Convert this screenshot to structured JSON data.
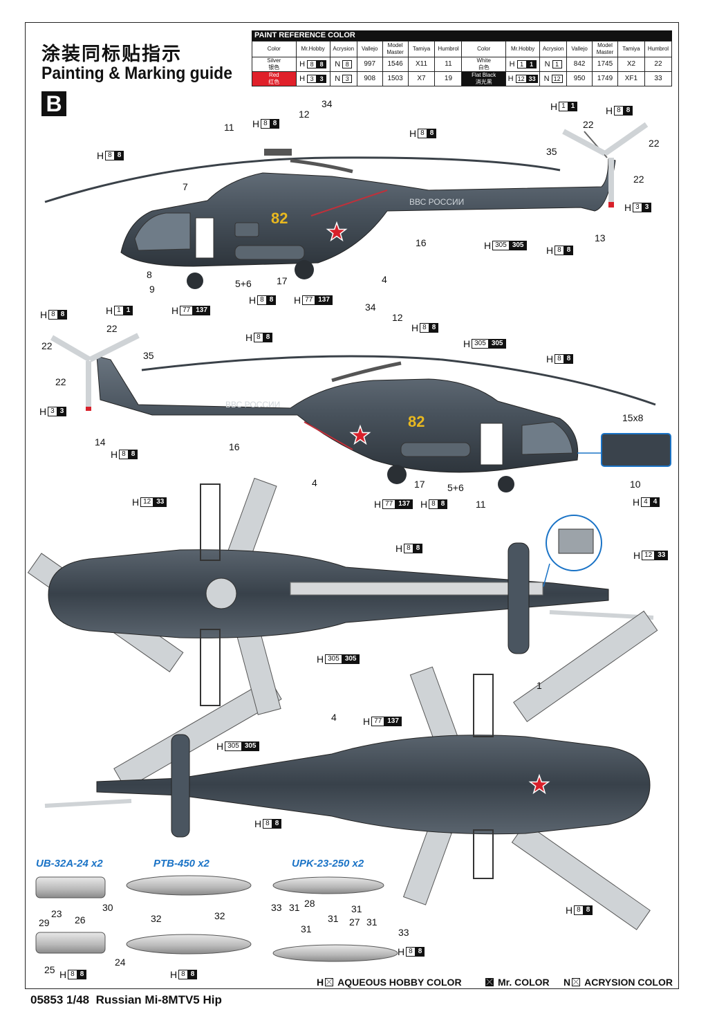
{
  "header": {
    "title_cn": "涂装同标贴指示",
    "title_en": "Painting & Marking guide",
    "scheme": "B"
  },
  "paint_table": {
    "title": "PAINT  REFERENCE COLOR",
    "columns": [
      "Color",
      "Mr.Hobby",
      "Acrysion",
      "Vallejo",
      "Model Master",
      "Tamiya",
      "Humbrol"
    ],
    "rows": [
      {
        "name": "Silver",
        "name_cn": "银色",
        "mrhobby": [
          "H",
          "8",
          "8"
        ],
        "acrysion": [
          "N",
          "8"
        ],
        "vallejo": "997",
        "model_master": "1546",
        "tamiya": "X11",
        "humbrol": "11",
        "name2": "White",
        "name2_cn": "白色",
        "mrhobby2": [
          "H",
          "1",
          "1"
        ],
        "acrysion2": [
          "N",
          "1"
        ],
        "vallejo2": "842",
        "model_master2": "1745",
        "tamiya2": "X2",
        "humbrol2": "22"
      },
      {
        "name": "Red",
        "name_cn": "红色",
        "mrhobby": [
          "H",
          "3",
          "3"
        ],
        "acrysion": [
          "N",
          "3"
        ],
        "vallejo": "908",
        "model_master": "1503",
        "tamiya": "X7",
        "humbrol": "19",
        "name2": "Flat Black",
        "name2_cn": "消光黑",
        "mrhobby2": [
          "H",
          "12",
          "33"
        ],
        "acrysion2": [
          "N",
          "12"
        ],
        "vallejo2": "950",
        "model_master2": "1749",
        "tamiya2": "XF1",
        "humbrol2": "33"
      }
    ],
    "colors": {
      "red": "#e0202a",
      "black": "#111111"
    }
  },
  "aircraft": {
    "markings": "ВВС РОССИИ",
    "bort_number": "82",
    "hull_color": "#4a5560",
    "number_color": "#e8b820",
    "star_color": "#d8202a"
  },
  "refs_side1": [
    {
      "id": "r1",
      "L": "H",
      "n": "8",
      "b": "8"
    },
    {
      "id": "r2",
      "L": "H",
      "n": "8",
      "b": "8"
    },
    {
      "id": "r3",
      "L": "H",
      "n": "8",
      "b": "8"
    },
    {
      "id": "r4",
      "L": "H",
      "n": "1",
      "b": "1"
    },
    {
      "id": "r5",
      "L": "H",
      "n": "8",
      "b": "8"
    },
    {
      "id": "r6",
      "L": "H",
      "n": "3",
      "b": "3"
    },
    {
      "id": "r7",
      "L": "H",
      "n": "305",
      "b": "305"
    },
    {
      "id": "r8",
      "L": "H",
      "n": "8",
      "b": "8"
    },
    {
      "id": "r9",
      "L": "H",
      "n": "77",
      "b": "137"
    },
    {
      "id": "r10",
      "L": "H",
      "n": "8",
      "b": "8"
    },
    {
      "id": "r11",
      "L": "H",
      "n": "77",
      "b": "137"
    }
  ],
  "refs_side2": [
    {
      "id": "s1",
      "L": "H",
      "n": "8",
      "b": "8"
    },
    {
      "id": "s2",
      "L": "H",
      "n": "1",
      "b": "1"
    },
    {
      "id": "s3",
      "L": "H",
      "n": "8",
      "b": "8"
    },
    {
      "id": "s4",
      "L": "H",
      "n": "8",
      "b": "8"
    },
    {
      "id": "s5",
      "L": "H",
      "n": "305",
      "b": "305"
    },
    {
      "id": "s6",
      "L": "H",
      "n": "8",
      "b": "8"
    },
    {
      "id": "s7",
      "L": "H",
      "n": "3",
      "b": "3"
    },
    {
      "id": "s8",
      "L": "H",
      "n": "8",
      "b": "8"
    },
    {
      "id": "s9",
      "L": "H",
      "n": "77",
      "b": "137"
    },
    {
      "id": "s10",
      "L": "H",
      "n": "8",
      "b": "8"
    }
  ],
  "refs_top": [
    {
      "id": "t1",
      "L": "H",
      "n": "12",
      "b": "33"
    },
    {
      "id": "t2",
      "L": "H",
      "n": "8",
      "b": "8"
    },
    {
      "id": "t3",
      "L": "H",
      "n": "305",
      "b": "305"
    },
    {
      "id": "t4",
      "L": "H",
      "n": "4",
      "b": "4"
    },
    {
      "id": "t5",
      "L": "H",
      "n": "12",
      "b": "33"
    }
  ],
  "refs_bottom": [
    {
      "id": "u1",
      "L": "H",
      "n": "77",
      "b": "137"
    },
    {
      "id": "u2",
      "L": "H",
      "n": "305",
      "b": "305"
    },
    {
      "id": "u3",
      "L": "H",
      "n": "8",
      "b": "8"
    },
    {
      "id": "u4",
      "L": "H",
      "n": "8",
      "b": "8"
    }
  ],
  "refs_stores": [
    {
      "id": "w1",
      "L": "H",
      "n": "8",
      "b": "8"
    },
    {
      "id": "w2",
      "L": "H",
      "n": "8",
      "b": "8"
    },
    {
      "id": "w3",
      "L": "H",
      "n": "8",
      "b": "8"
    }
  ],
  "callouts": {
    "side1": [
      "11",
      "12",
      "34",
      "7",
      "8",
      "9",
      "5+6",
      "17",
      "4",
      "16",
      "35",
      "22",
      "22",
      "22",
      "13"
    ],
    "side2": [
      "34",
      "12",
      "22",
      "22",
      "35",
      "22",
      "14",
      "16",
      "4",
      "17",
      "5+6",
      "11",
      "15x8",
      "10"
    ],
    "bottom": [
      "4",
      "1"
    ],
    "stores": [
      "23",
      "30",
      "29",
      "26",
      "24",
      "25",
      "32",
      "32",
      "33",
      "31",
      "28",
      "31",
      "31",
      "27",
      "31",
      "31",
      "33"
    ]
  },
  "stores": {
    "ub32": "UB-32A-24 x2",
    "ptb": "PTB-450 x2",
    "upk": "UPK-23-250 x2"
  },
  "legend": {
    "aqueous": "AQUEOUS HOBBY COLOR",
    "mr": "Mr. COLOR",
    "acrysion": "ACRYSION COLOR",
    "h_letter": "H",
    "n_letter": "N"
  },
  "footer": {
    "code": "05853",
    "scale": "1/48",
    "name": "Russian Mi-8MTV5 Hip"
  }
}
